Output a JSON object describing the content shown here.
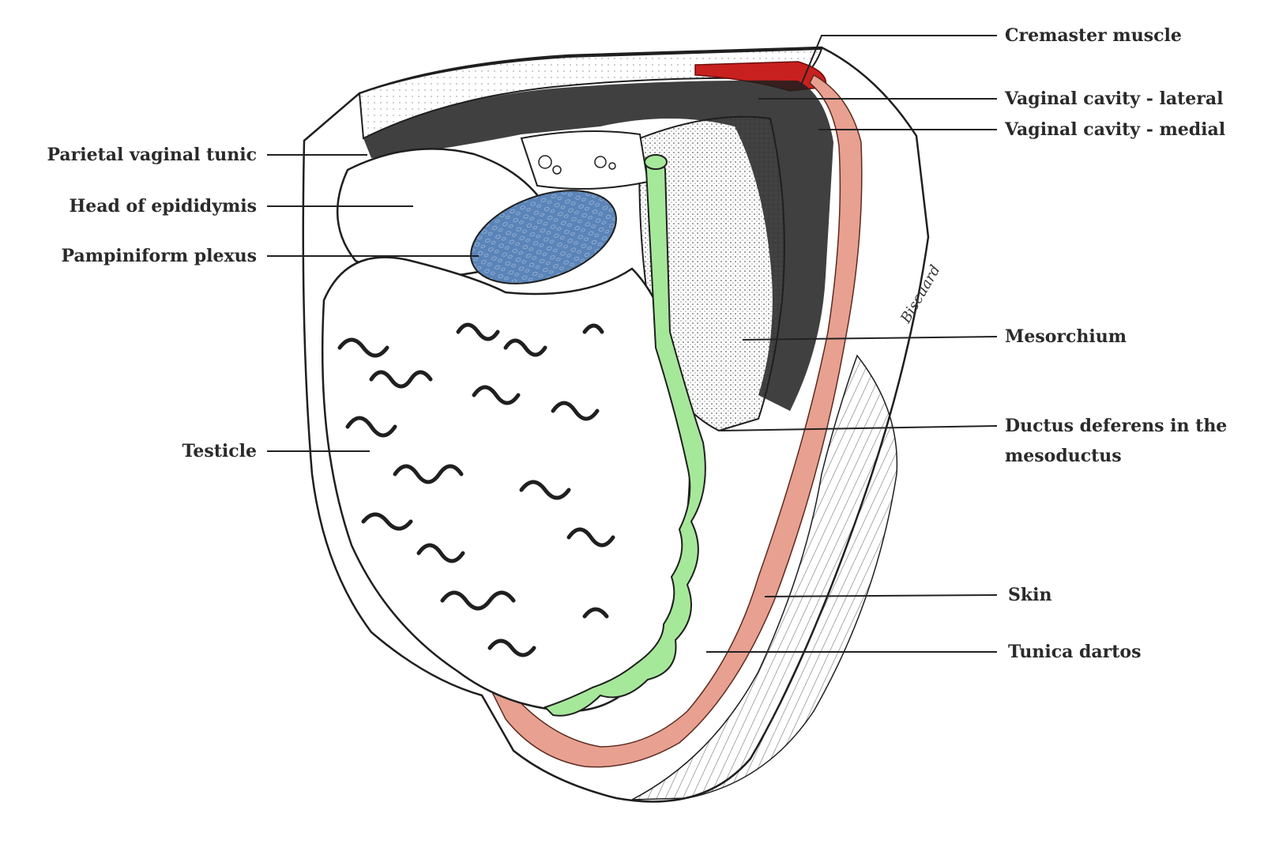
{
  "colors": {
    "cremaster": "#c8201e",
    "tunica_dartos": "#e8a090",
    "ductus": "#a6e89a",
    "plexus": "#5b84b8",
    "ink": "#1f1f1f",
    "background": "#ffffff"
  },
  "labels": {
    "cremaster_muscle": "Cremaster muscle",
    "vaginal_cavity_lateral": "Vaginal cavity - lateral",
    "vaginal_cavity_medial": "Vaginal cavity - medial",
    "parietal_vaginal_tunic": "Parietal vaginal tunic",
    "head_of_epididymis": "Head of epididymis",
    "pampiniform_plexus": "Pampiniform plexus",
    "mesorchium": "Mesorchium",
    "ductus_deferens_line1": "Ductus deferens in the",
    "ductus_deferens_line2": "mesoductus",
    "testicle": "Testicle",
    "skin": "Skin",
    "tunica_dartos": "Tunica dartos"
  },
  "signature_text": "Biscuard"
}
